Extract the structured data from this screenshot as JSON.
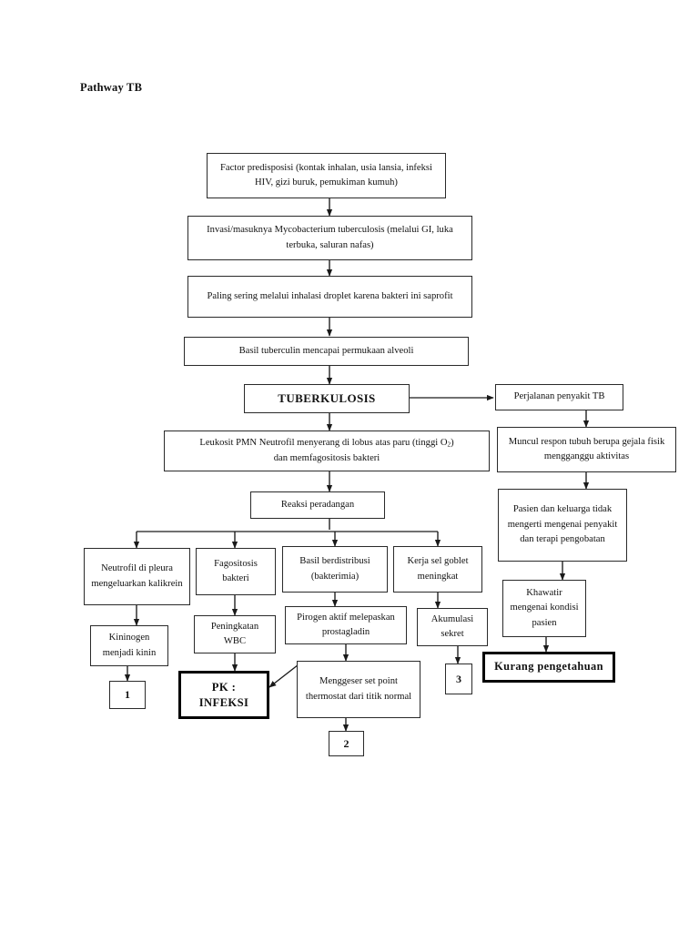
{
  "document": {
    "title": "Pathway TB"
  },
  "diagram": {
    "type": "flowchart",
    "orientation": "top-down",
    "nodes": {
      "factor_predisposisi": "Factor predisposisi (kontak inhalan, usia lansia, infeksi HIV, gizi buruk, pemukiman kumuh)",
      "invasi": "Invasi/masuknya Mycobacterium tuberculosis (melalui GI, luka terbuka, saluran nafas)",
      "inhalasi_droplet": "Paling sering melalui inhalasi droplet karena bakteri ini saprofit",
      "basil_tuberculin": "Basil tuberculin mencapai permukaan alveoli",
      "tuberkulosis": "TUBERKULOSIS",
      "perjalanan_penyakit": "Perjalanan penyakit TB",
      "leukosit_pmn_part1": "Leukosit PMN Neutrofil menyerang di lobus atas paru (tinggi O",
      "leukosit_pmn_sub": "2",
      "leukosit_pmn_part2": ")",
      "leukosit_pmn_line2": "dan memfagositosis bakteri",
      "respon_tubuh": "Muncul respon tubuh berupa gejala fisik mengganggu aktivitas",
      "reaksi_peradangan": "Reaksi peradangan",
      "pasien_keluarga": "Pasien dan keluarga tidak mengerti mengenai penyakit dan terapi pengobatan",
      "neutrofil_pleura": "Neutrofil di pleura mengeluarkan kalikrein",
      "fagositosis_bakteri": "Fagositosis bakteri",
      "basil_berdistribusi": "Basil berdistribusi (bakterimia)",
      "kerja_sel_goblet": "Kerja sel goblet meningkat",
      "khawatir": "Khawatir mengenai kondisi pasien",
      "pirogen_aktif": "Pirogen aktif melepaskan prostagladin",
      "akumulasi_sekret": "Akumulasi sekret",
      "kininogen": "Kininogen menjadi kinin",
      "peningkatan_wbc": "Peningkatan WBC",
      "kurang_pengetahuan": "Kurang pengetahuan",
      "menggeser_setpoint": "Menggeser set point thermostat dari titik normal",
      "ref_1": "1",
      "ref_3": "3",
      "pk_infeksi_line1": "PK :",
      "pk_infeksi_line2": "INFEKSI",
      "ref_2": "2"
    },
    "colors": {
      "border": "#2a2a2a",
      "emphasis_border": "#000000",
      "background": "#ffffff",
      "text": "#111111"
    }
  }
}
